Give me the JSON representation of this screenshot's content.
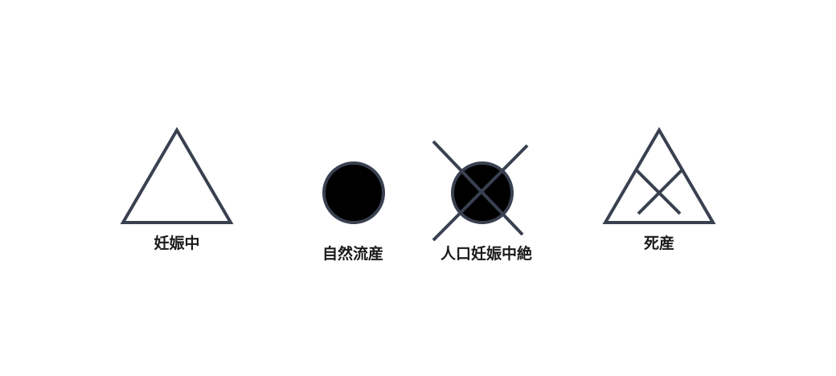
{
  "symbols": [
    {
      "id": "pregnancy",
      "label": "妊娠中",
      "shape": "triangle-icon"
    },
    {
      "id": "miscarriage",
      "label": "自然流産",
      "shape": "filled-circle-icon"
    },
    {
      "id": "abortion",
      "label": "人口妊娠中絶",
      "shape": "crossed-filled-circle-icon"
    },
    {
      "id": "stillbirth",
      "label": "死産",
      "shape": "crossed-triangle-icon"
    }
  ],
  "colors": {
    "stroke": "#394150",
    "fill": "#000000",
    "text": "#1a1a1a"
  }
}
